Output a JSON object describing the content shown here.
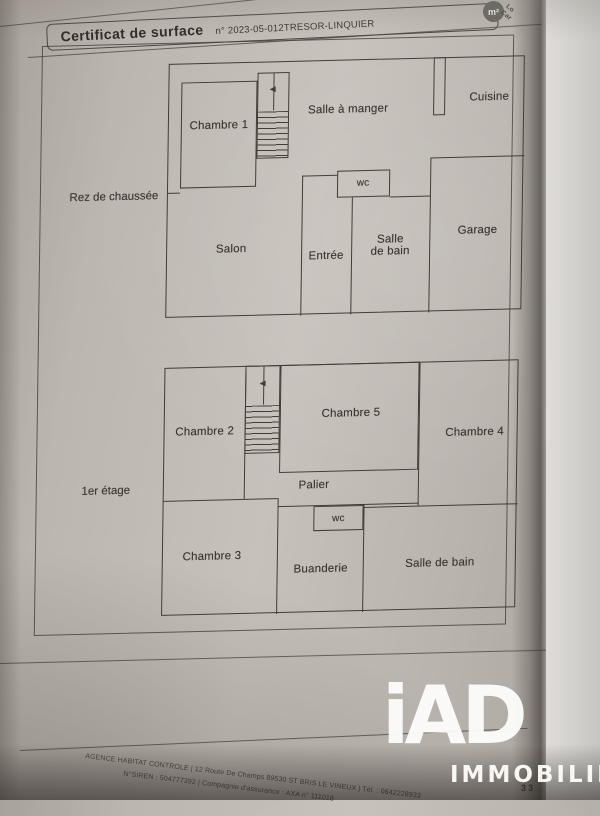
{
  "header": {
    "title": "Certificat de surface",
    "doc_number": "n° 2023-05-012TRESOR-LINQUIER",
    "badge_label": "m²",
    "badge_side_line1": "Lo",
    "badge_side_line2": "Car"
  },
  "ground_floor": {
    "label": "Rez de chaussée",
    "rooms": {
      "chambre1": "Chambre 1",
      "salle_a_manger": "Salle à manger",
      "cuisine": "Cuisine",
      "wc": "wc",
      "salon": "Salon",
      "entree": "Entrée",
      "salle_de_bain_line1": "Salle",
      "salle_de_bain_line2": "de bain",
      "garage": "Garage"
    }
  },
  "first_floor": {
    "label": "1er étage",
    "rooms": {
      "chambre2": "Chambre 2",
      "chambre5": "Chambre 5",
      "chambre4": "Chambre 4",
      "palier": "Palier",
      "chambre3": "Chambre 3",
      "wc": "wc",
      "buanderie": "Buanderie",
      "salle_de_bain": "Salle de bain"
    }
  },
  "footer": {
    "line1": "AGENCE HABITAT CONTROLE | 12 Route De Champs 89530 ST BRIS LE VINEUX | Tél. : 0642228933",
    "line2": "N°SIREN : 504777392 | Compagnie d'assurance : AXA n° 111018",
    "page_fragment": "33"
  },
  "watermark": {
    "brand": "iAD",
    "subtitle": "IMMOBILIER"
  },
  "colors": {
    "paper": "#bcb6b0",
    "plan_line": "#423d37",
    "text": "#38342e",
    "badge_bg": "#6b6862",
    "watermark": "#ffffff"
  }
}
